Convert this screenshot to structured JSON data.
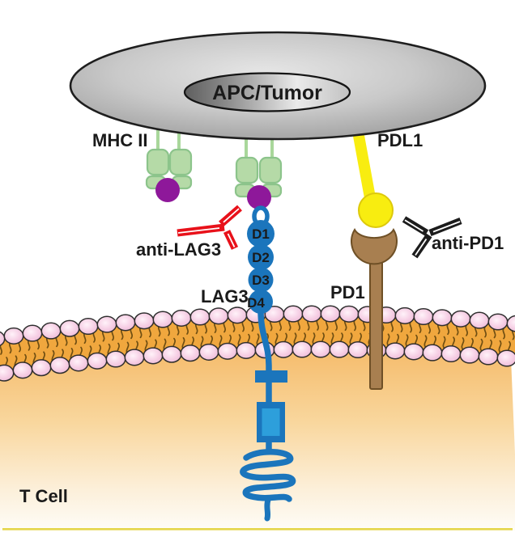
{
  "labels": {
    "apc": "APC/Tumor",
    "mhc2": "MHC II",
    "pdl1": "PDL1",
    "pd1": "PD1",
    "lag3": "LAG3",
    "anti_lag3": "anti-LAG3",
    "anti_pd1": "anti-PD1",
    "tcell": "T Cell",
    "lag3_domains": [
      "D1",
      "D2",
      "D3",
      "D4"
    ]
  },
  "colors": {
    "apc_gray_edge": "#989898",
    "apc_gray_center": "#e6e6e6",
    "outline_black": "#1e1e1e",
    "mhc_green": "#b5daa7",
    "mhc_green_stroke": "#8cc48b",
    "peptide_purple": "#8e189a",
    "lag3_blue": "#1b75bc",
    "lag3_blue_light": "#2d9fdb",
    "pdl1_yellow": "#f8ed10",
    "pdl1_yellow_stroke": "#ddc90b",
    "pd1_brown": "#a87f50",
    "pd1_brown_stroke": "#6f5026",
    "anti_lag3_red": "#e8111a",
    "anti_pd1_black": "#1c1c1c",
    "membrane_orange": "#f0a73e",
    "lipid_tail_brown": "#6f4e12",
    "lipid_pink": "#f7d3e7",
    "tcell_orange": "#f1ae52",
    "tcell_cream": "#fefdf8",
    "bottom_line_yellow": "#e5d64a"
  }
}
